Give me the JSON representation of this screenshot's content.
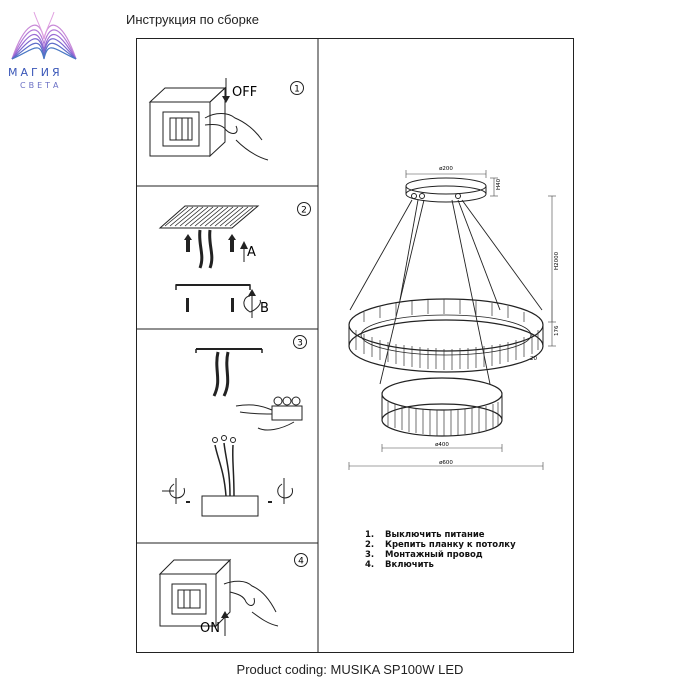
{
  "logo": {
    "line1": "МАГИЯ",
    "line2": "СВЕТА"
  },
  "title": "Инструкция по сборке",
  "footer": "Product coding: MUSIKA SP100W LED",
  "panels": {
    "p1": {
      "num": "1",
      "label": "OFF"
    },
    "p2": {
      "num": "2",
      "label_a": "A",
      "label_b": "B"
    },
    "p3": {
      "num": "3"
    },
    "p4": {
      "num": "4",
      "label": "ON"
    }
  },
  "dimensions": {
    "canopy_diameter": "ø200",
    "canopy_height": "H40",
    "max_height": "H2000",
    "ring_gap": "176",
    "ring_height": "20",
    "small_ring_diameter": "ø400",
    "large_ring_diameter": "ø600"
  },
  "steps": [
    {
      "num": "1.",
      "text": "Выключить питание"
    },
    {
      "num": "2.",
      "text": "Крепить планку к потолку"
    },
    {
      "num": "3.",
      "text": "Монтажный провод"
    },
    {
      "num": "4.",
      "text": "Включить"
    }
  ]
}
